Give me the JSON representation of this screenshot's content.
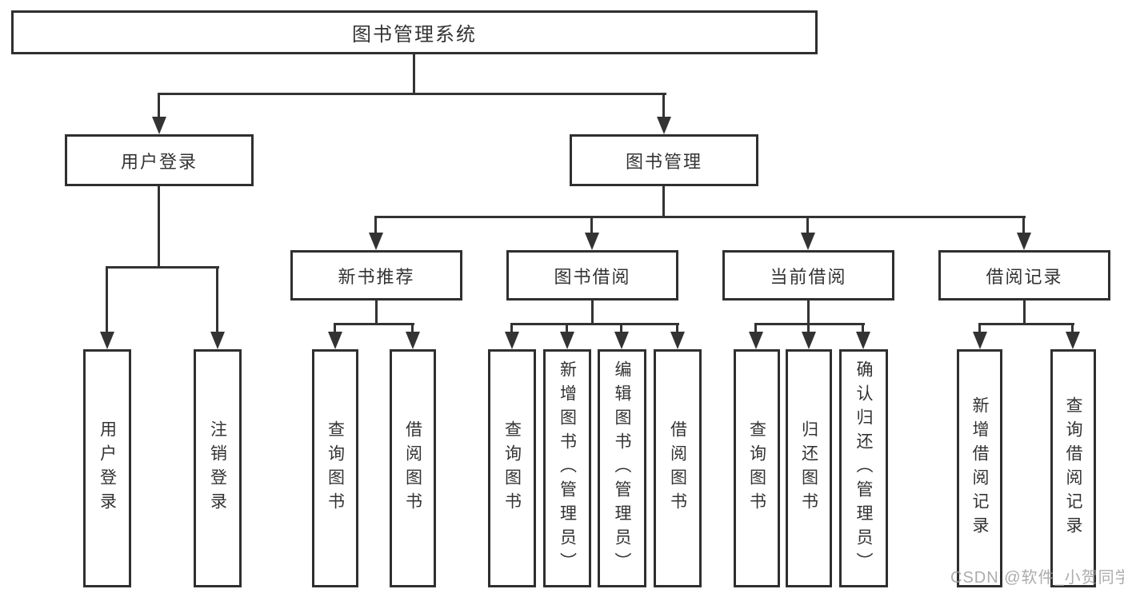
{
  "nodes": {
    "root": "图书管理系统",
    "user_login": "用户登录",
    "book_mgmt": "图书管理",
    "new_books": "新书推荐",
    "book_borrow": "图书借阅",
    "current_borrow": "当前借阅",
    "borrow_records": "借阅记录",
    "ul_login": "用户登录",
    "ul_logout": "注销登录",
    "nb_query": "查询图书",
    "nb_borrow": "借阅图书",
    "bb_query": "查询图书",
    "bb_add": "新增图书（管理员）",
    "bb_edit": "编辑图书（管理员）",
    "bb_borrow": "借阅图书",
    "cb_query": "查询图书",
    "cb_return": "归还图书",
    "cb_confirm": "确认归还（管理员）",
    "br_add": "新增借阅记录",
    "br_query": "查询借阅记录"
  },
  "watermark": "CSDN @软件_小贺同学",
  "colors": {
    "line": "#333333",
    "text": "#333333",
    "watermark": "#9e9e9e",
    "background": "#ffffff"
  }
}
